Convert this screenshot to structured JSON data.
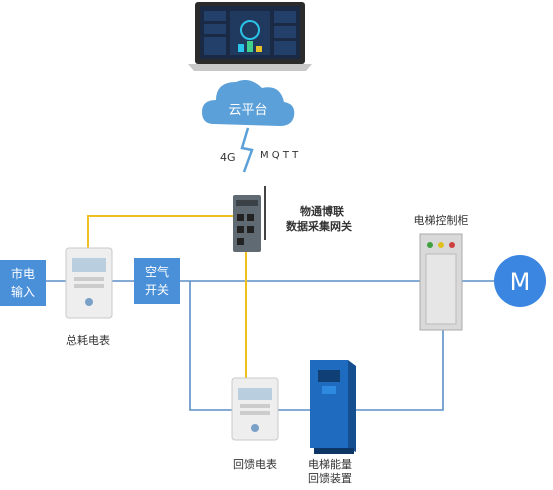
{
  "laptop": {
    "screen_title": "",
    "bg": "#1b2a44",
    "accent": "#2cc3e8"
  },
  "cloud": {
    "label": "云平台",
    "color": "#5ba0d8"
  },
  "link": {
    "cellular": "4G",
    "protocol": "M Q T T"
  },
  "gateway": {
    "line1": "物通博联",
    "line2": "数据采集网关"
  },
  "mains_input": {
    "line1": "市电",
    "line2": "输入"
  },
  "air_switch": {
    "line1": "空气",
    "line2": "开关"
  },
  "total_meter": {
    "label": "总耗电表"
  },
  "feedback_meter": {
    "label": "回馈电表"
  },
  "elevator_cabinet": {
    "label": "电梯控制柜"
  },
  "motor": {
    "label": "M"
  },
  "energy_device": {
    "line1": "电梯能量",
    "line2": "回馈装置"
  },
  "colors": {
    "box_blue": "#4a90d9",
    "power_line": "#5b8fc7",
    "signal_line": "#f0c020"
  }
}
